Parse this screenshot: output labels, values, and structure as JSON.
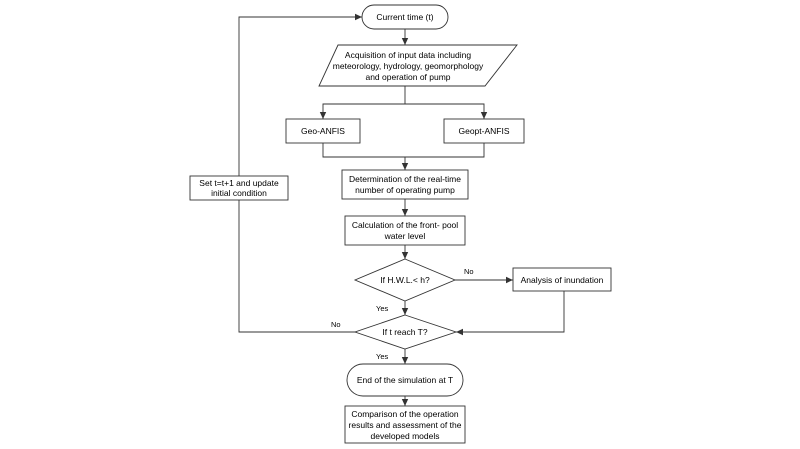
{
  "nodes": {
    "current_time": "Current time (t)",
    "acquisition": [
      "Acquisition of input data including",
      "meteorology, hydrology, geomorphology",
      "and operation of pump"
    ],
    "geo_anfis": "Geo-ANFIS",
    "geopt_anfis": "Geopt-ANFIS",
    "determination": [
      "Determination of the real-time",
      "number of operating pump"
    ],
    "calculation": [
      "Calculation of the front- pool",
      "water level"
    ],
    "if_hwl": "If H.W.L.< h?",
    "analysis": "Analysis of inundation",
    "if_t": "If t reach T?",
    "end_sim": "End of the simulation at T",
    "comparison": [
      "Comparison of the operation",
      "results and assessment of the",
      "developed models"
    ],
    "set_t": [
      "Set t=t+1 and update",
      "initial condition"
    ]
  },
  "edge_labels": {
    "no_hwl": "No",
    "yes_hwl": "Yes",
    "no_t": "No",
    "yes_t": "Yes"
  }
}
